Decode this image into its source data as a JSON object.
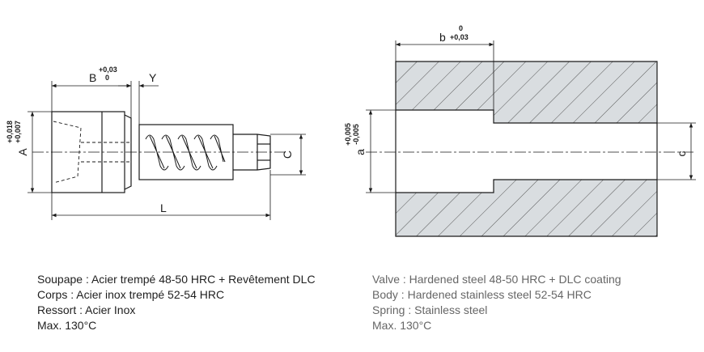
{
  "left_drawing": {
    "dim_A": "A",
    "dim_A_tol_upper": "+0,018",
    "dim_A_tol_lower": "+0,007",
    "dim_B": "B",
    "dim_B_tol_upper": "+0,03",
    "dim_B_tol_lower": "0",
    "dim_Y": "Y",
    "dim_C": "C",
    "dim_L": "L"
  },
  "right_drawing": {
    "dim_a": "a",
    "dim_a_tol_upper": "+0,005",
    "dim_a_tol_lower": "-0,005",
    "dim_b": "b",
    "dim_b_tol_upper": "0",
    "dim_b_tol_lower": "+0,03",
    "dim_c": "c"
  },
  "materials_fr": [
    "Soupape : Acier trempé 48-50 HRC + Revêtement DLC",
    "Corps : Acier inox trempé 52-54 HRC",
    "Ressort : Acier Inox",
    "Max. 130°C"
  ],
  "materials_en": [
    "Valve : Hardened steel 48-50 HRC + DLC coating",
    "Body : Hardened stainless steel 52-54 HRC",
    "Spring : Stainless steel",
    "Max. 130°C"
  ],
  "colors": {
    "line": "#1a1a1a",
    "section_fill": "#d9dde0",
    "hatch": "#555555",
    "english_text": "#666666"
  }
}
